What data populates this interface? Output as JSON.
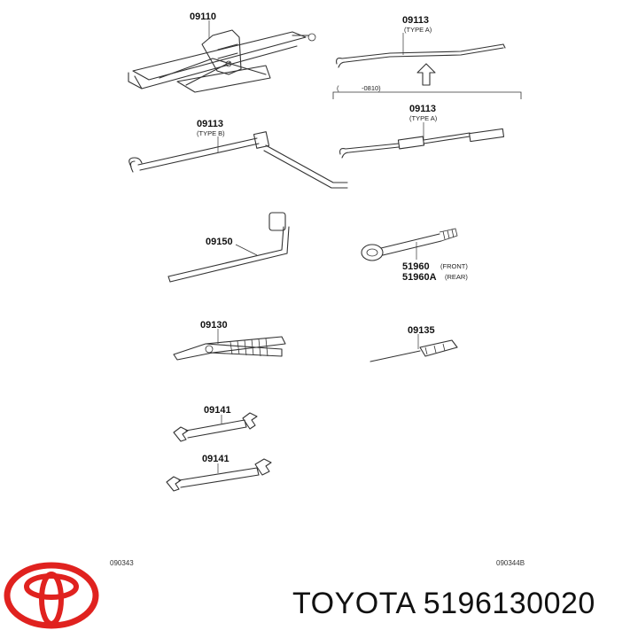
{
  "parts": {
    "jack": "09110",
    "handle_top": "09113",
    "handle_top_type": "(TYPE A)",
    "range_open": "(",
    "range_value": "-0810)",
    "handle_mid": "09113",
    "handle_mid_type": "(TYPE A)",
    "handle_left": "09113",
    "handle_left_type": "(TYPE B)",
    "lug_wrench": "09150",
    "tow_eye_front": "51960",
    "tow_eye_front_note": "(FRONT)",
    "tow_eye_rear": "51960A",
    "tow_eye_rear_note": "(REAR)",
    "pliers": "09130",
    "screwdriver": "09135",
    "wrench_1": "09141",
    "wrench_2": "09141"
  },
  "footer": {
    "ref_left": "090343",
    "ref_right": "090344B",
    "brand_line": "TOYOTA 5196130020"
  },
  "colors": {
    "logo_red": "#e0221f",
    "line": "#333333"
  }
}
